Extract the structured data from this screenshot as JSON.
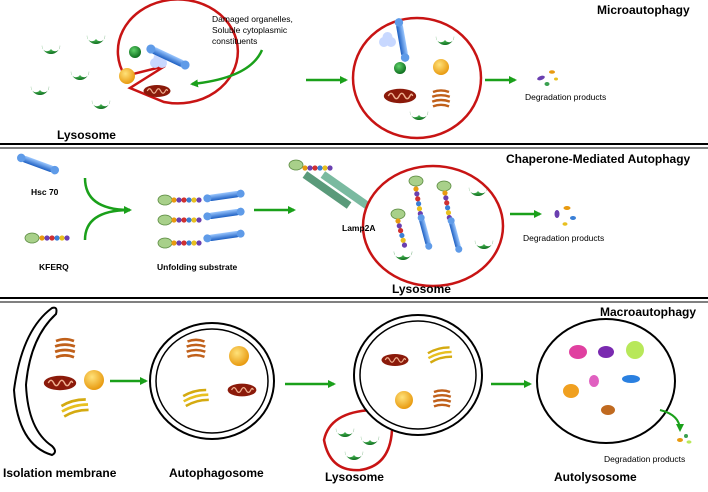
{
  "panels": {
    "micro": {
      "title": "Microautophagy",
      "cargo_label_line1": "Damaged organelles,",
      "cargo_label_line2": "Soluble cytoplasmic",
      "cargo_label_line3": "constituents",
      "lysosome_label": "Lysosome",
      "products_label": "Degradation products"
    },
    "cma": {
      "title": "Chaperone-Mediated Autophagy",
      "hsc70_label": "Hsc 70",
      "kferq_label": "KFERQ",
      "unfolding_label": "Unfolding substrate",
      "lamp_label": "Lamp2A",
      "lysosome_label": "Lysosome",
      "products_label": "Degradation products"
    },
    "macro": {
      "title": "Macroautophagy",
      "isolation_label": "Isolation membrane",
      "autophagosome_label": "Autophagosome",
      "lysosome_label": "Lysosome",
      "autolysosome_label": "Autolysosome",
      "products_label": "Degradation products"
    }
  },
  "colors": {
    "lysosome_membrane": "#c81414",
    "arrow": "#1aa01a",
    "vesicle": "#1d8a2a",
    "hsc70": "#3a7fd6",
    "substrate": "#a8d08a",
    "mitochondrion": "#8b1a0a",
    "lipid": "#f2b21c",
    "golgi_dark": "#c0601a",
    "golgi_yellow": "#e8c020",
    "lamp": "#5a9a7a"
  }
}
